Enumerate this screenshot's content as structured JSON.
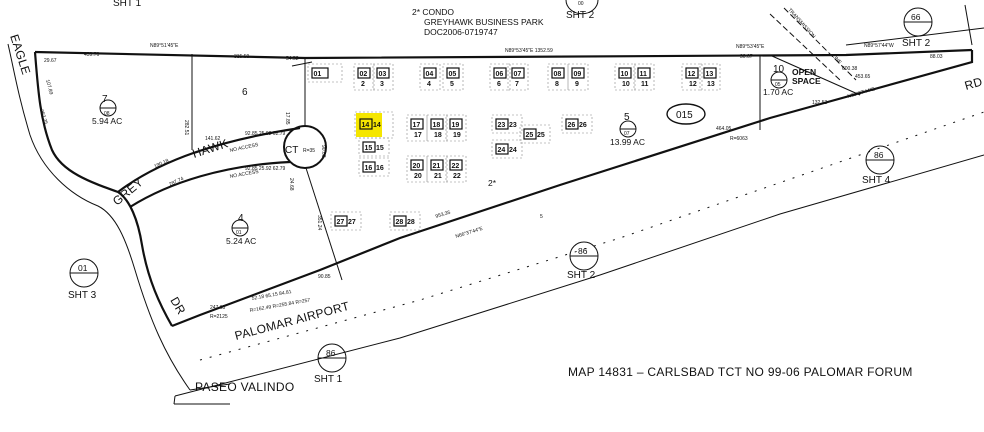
{
  "header_note": {
    "line1": "2* CONDO",
    "line2": "GREYHAWK BUSINESS PARK",
    "line3": "DOC2006-0719747"
  },
  "sheet_refs": [
    {
      "num": "66",
      "sheet": "SHT 2"
    },
    {
      "num": "01",
      "sheet": "SHT 3"
    },
    {
      "num": "86",
      "sheet": "SHT 2"
    },
    {
      "num": "86",
      "sheet": "SHT 4"
    },
    {
      "num": "86",
      "sheet": "SHT 1"
    }
  ],
  "top_partial": {
    "left": "SHT 1",
    "mid": "SHT 2",
    "circle_mid": "00"
  },
  "parcels": [
    {
      "lot": "7",
      "parcel": "08",
      "acres": "5.94 AC"
    },
    {
      "lot": "6"
    },
    {
      "lot": "4",
      "parcel": "01",
      "acres": "5.24 AC"
    },
    {
      "lot": "5",
      "parcel": "07",
      "acres": "13.99 AC"
    },
    {
      "lot": "10",
      "parcel": "05",
      "acres": "1.70 AC"
    }
  ],
  "open_space": [
    "OPEN",
    "SPACE"
  ],
  "page_number": "015",
  "condo_units": [
    {
      "box": "01",
      "num": ""
    },
    {
      "box": "02",
      "num": "2"
    },
    {
      "box": "03",
      "num": "3"
    },
    {
      "box": "04",
      "num": "4"
    },
    {
      "box": "05",
      "num": "5"
    },
    {
      "box": "06",
      "num": "6"
    },
    {
      "box": "07",
      "num": "7"
    },
    {
      "box": "08",
      "num": "8"
    },
    {
      "box": "09",
      "num": "9"
    },
    {
      "box": "10",
      "num": "10"
    },
    {
      "box": "11",
      "num": "11"
    },
    {
      "box": "12",
      "num": "12"
    },
    {
      "box": "13",
      "num": "13"
    },
    {
      "box": "14",
      "num": "14"
    },
    {
      "box": "15",
      "num": "15"
    },
    {
      "box": "16",
      "num": "16"
    },
    {
      "box": "17",
      "num": "17"
    },
    {
      "box": "18",
      "num": "18"
    },
    {
      "box": "19",
      "num": "19"
    },
    {
      "box": "20",
      "num": "20"
    },
    {
      "box": "21",
      "num": "21"
    },
    {
      "box": "22",
      "num": "22"
    },
    {
      "box": "23",
      "num": "23"
    },
    {
      "box": "24",
      "num": "24"
    },
    {
      "box": "25",
      "num": "25"
    },
    {
      "box": "26",
      "num": "26"
    },
    {
      "box": "27",
      "num": "27"
    },
    {
      "box": "28",
      "num": "28"
    }
  ],
  "highlight_color": "#f5e600",
  "streets": {
    "eagle": "EAGLE",
    "grey": "GREY",
    "hawk": "HAWK",
    "ct": "CT",
    "dr": "DR",
    "palomar_airport": "PALOMAR AIRPORT",
    "rd": "RD",
    "paseo_valindo": "PASEO VALINDO",
    "transmission": "TRANSMISSION",
    "line": "LINE"
  },
  "condo_mark": "2*",
  "footer_title": "MAP 14831 – CARLSBAD TCT NO 99-06 PALOMAR FORUM",
  "annotations": {
    "top_bearing": "N89°51'45\"E",
    "top_bearing_2": "N89°53'45\"E  1352.59",
    "top_dist_1": "459.76",
    "top_dist_2": "315.59",
    "top_right_bearing": "N89°53'45\"E",
    "top_right_bearing_2": "N89°57'44\"W",
    "right_dist": "600.38",
    "right_dist_2": "453.65",
    "right_dist_3": "132.53",
    "south_bearing": "N68°37'44\"E",
    "south_dist": "464.05",
    "south_dist_2": "R=6063",
    "diag_bearing": "N66°37'44\"E",
    "diag_dist": "953.35",
    "hawk_dist_1": "141.62",
    "hawk_dist_2": "92.85  25.92  62.79",
    "hawk_dist_3": "92.85  25.92  62.79",
    "hawk_dist_4": "190.18",
    "hawk_dist_5": "287.74",
    "no_access": "NO ACCESS",
    "lot4_dist_1": "247.65",
    "lot4_dist_2": "52.18   65.15   84.81",
    "lot4_dist_3": "R=162.49  R=255.84  R=257",
    "lot4_dist_4": "R=2125",
    "west_dist": "282.51",
    "center_dist": "351.24",
    "lot4_east": "90.85",
    "lot4_north": "24.68",
    "eagle_dist": "252.25",
    "eagle_dist_2": "107.89",
    "ct_dist": "90.08",
    "ct_dist_2": "17.85",
    "r_label": "R=35",
    "top_misc": "29.67",
    "top_misc_2": "88.03",
    "top_misc_3": "30.67",
    "top_misc_4": "54.52",
    "access_label": "NO ACCESS",
    "lot6_dist": "282.51",
    "lot_misc": "5"
  }
}
